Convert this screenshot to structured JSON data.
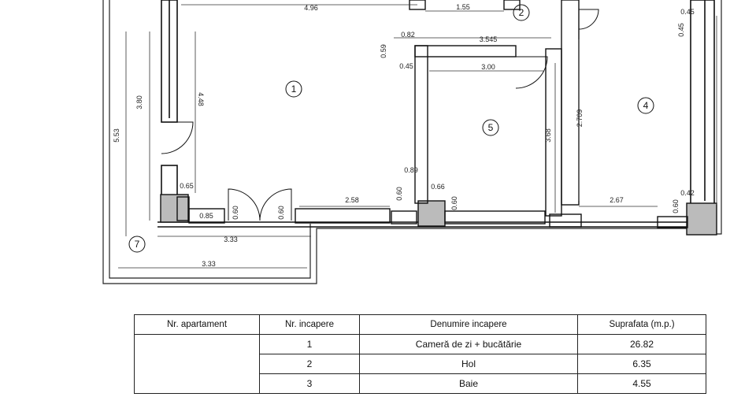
{
  "plan": {
    "room_labels": [
      "1",
      "2",
      "4",
      "5",
      "7"
    ],
    "dimensions": [
      "4.96",
      "1.55",
      "0.82",
      "3.545",
      "3.00",
      "0.45",
      "0.59",
      "4.48",
      "3.80",
      "5.53",
      "3.33",
      "3.33",
      "2.58",
      "0.85",
      "0.65",
      "0.66",
      "0.89",
      "2.67",
      "3.68",
      "2.709",
      "0.45",
      "0.42",
      "0.45",
      "0.60",
      "0.60",
      "0.60",
      "0.60",
      "0.60"
    ]
  },
  "table": {
    "headers": [
      "Nr. apartament",
      "Nr. incapere",
      "Denumire incapere",
      "Suprafata (m.p.)"
    ],
    "rows": [
      {
        "nr": "1",
        "name": "Cameră de zi + bucătărie",
        "area": "26.82"
      },
      {
        "nr": "2",
        "name": "Hol",
        "area": "6.35"
      },
      {
        "nr": "3",
        "name": "Baie",
        "area": "4.55"
      }
    ]
  }
}
